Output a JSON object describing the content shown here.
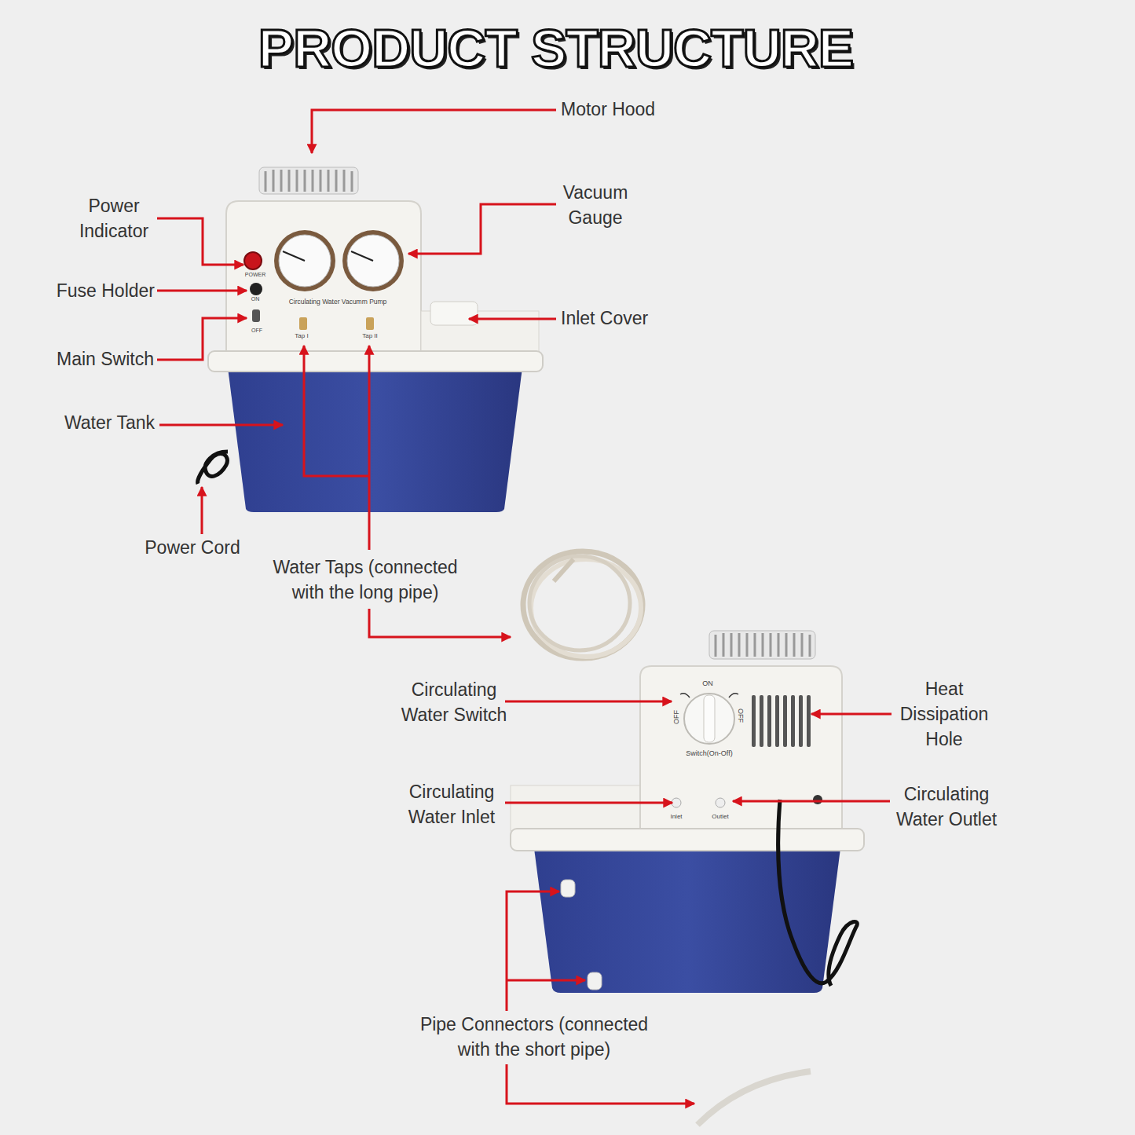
{
  "diagram": {
    "title": "PRODUCT STRUCTURE",
    "labels": [
      "Motor Hood",
      "Vacuum Gauge",
      "Power Indicator",
      "Fuse Holder",
      "Inlet Cover",
      "Main Switch",
      "Water Tank",
      "Power Cord",
      "Water Taps (connected with the long pipe)",
      "Circulating Water Switch",
      "Heat Dissipation Hole",
      "Circulating Water Inlet",
      "Circulating Water Outlet",
      "Pipe Connectors (connected with the short pipe)",
      "POWER",
      "ON",
      "OFF",
      "Circulating Water Vacumm Pump",
      "Tap I",
      "Tap II",
      "ON",
      "OFF",
      "OFF",
      "Switch(On-Off)",
      "Inlet",
      "Outlet"
    ]
  }
}
